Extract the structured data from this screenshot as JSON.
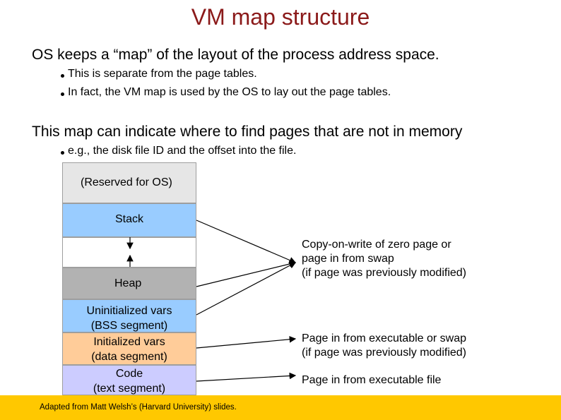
{
  "title": "VM map structure",
  "bullets": [
    {
      "text": "OS keeps a “map” of the layout of the process address space.",
      "sub": [
        "This is separate from the page tables.",
        "In fact, the VM map is used by the OS to lay out the page tables."
      ]
    },
    {
      "text": "This map can indicate where to find pages that are not in memory",
      "sub": [
        "e.g., the disk file ID and the offset into the file."
      ]
    }
  ],
  "segments": {
    "reserved": "(Reserved for OS)",
    "stack": "Stack",
    "heap": "Heap",
    "bss_line1": "Uninitialized vars",
    "bss_line2": "(BSS segment)",
    "data_line1": "Initialized vars",
    "data_line2": "(data segment)",
    "code_line1": "Code",
    "code_line2": "(text segment)"
  },
  "callouts": {
    "zero_page": [
      "Copy-on-write of zero page or",
      "page in from swap",
      "(if page was previously modified)"
    ],
    "exec_swap": [
      "Page in from executable or swap",
      "(if page was previously modified)"
    ],
    "exec_file": [
      "Page in from executable file"
    ]
  },
  "footer": "Adapted from Matt Welsh’s (Harvard University) slides.",
  "colors": {
    "title": "#8b1a1a",
    "reserved": "#e6e6e6",
    "stack": "#99ccff",
    "gap": "#ffffff",
    "heap": "#b2b2b2",
    "bss": "#99ccff",
    "data": "#ffcc99",
    "code": "#ccccff",
    "footer": "#ffc800"
  }
}
